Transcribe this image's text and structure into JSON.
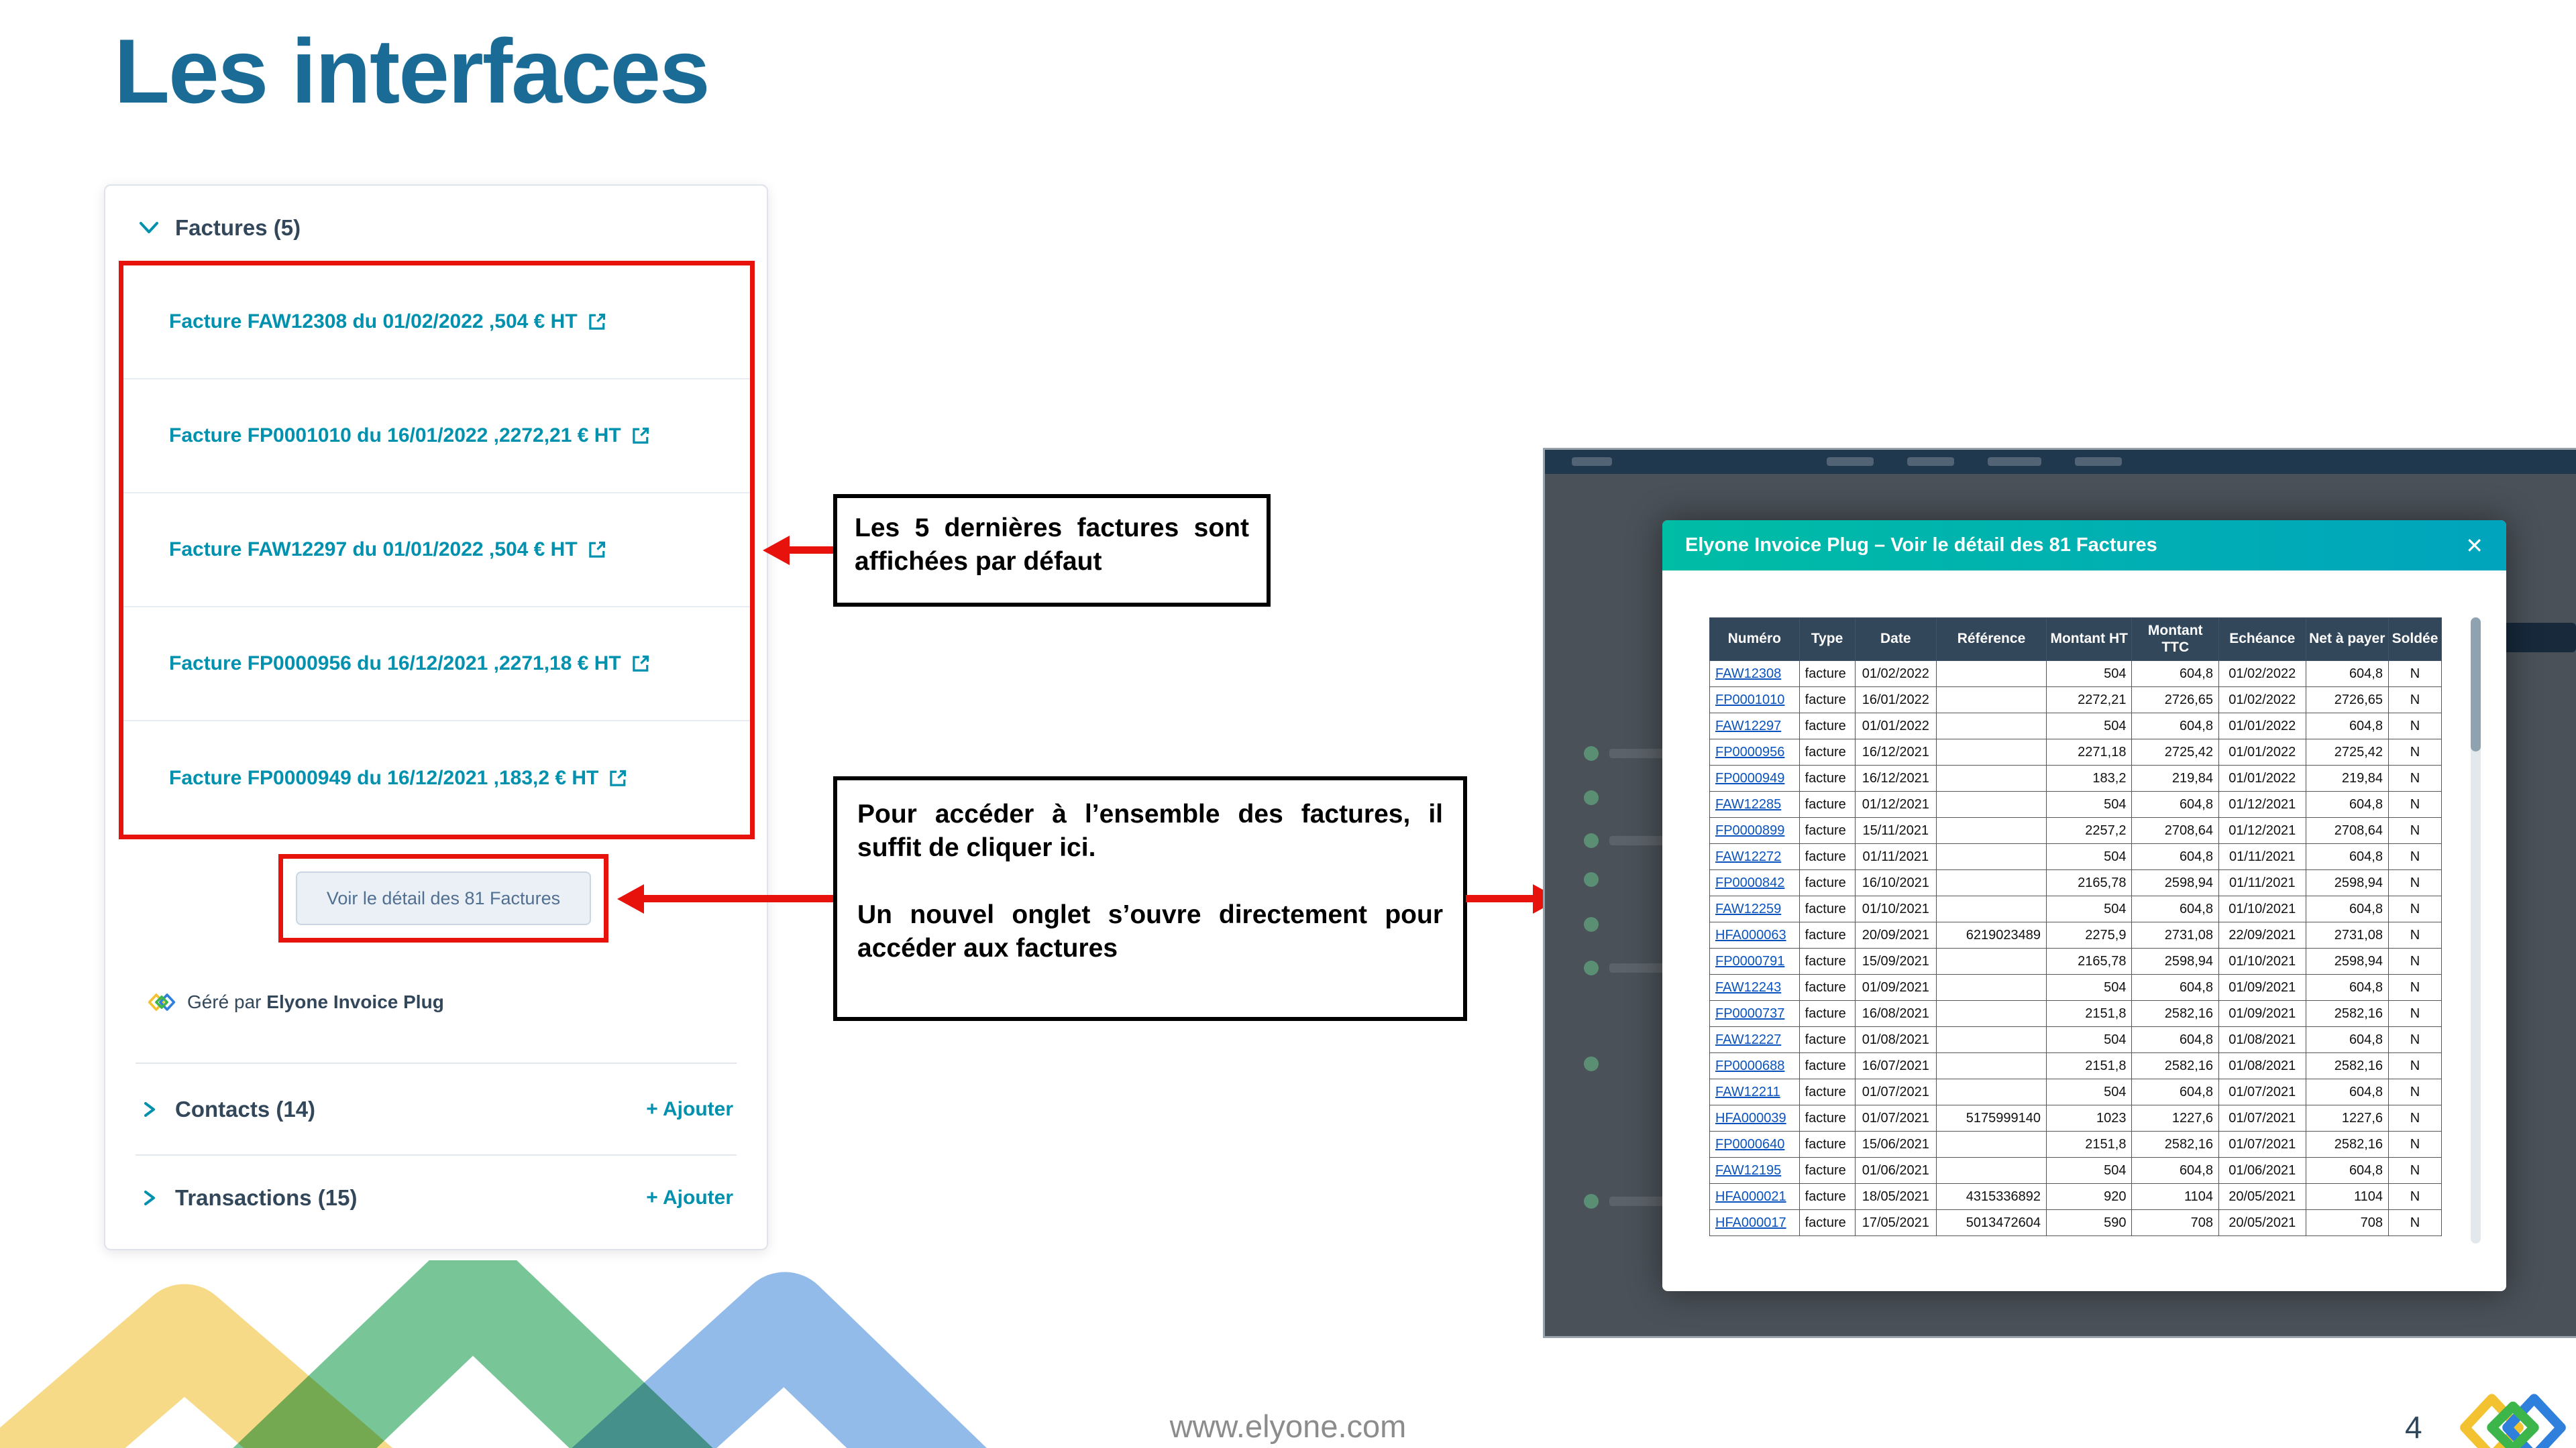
{
  "slide": {
    "title": "Les interfaces",
    "footer_url": "www.elyone.com",
    "page_number": "4"
  },
  "colors": {
    "title_blue": "#1a6b96",
    "annotation_red": "#e8120c",
    "crm_link_teal": "#0091ae",
    "crm_text_navy": "#33475b",
    "modal_header_gradient": [
      "#00bda5",
      "#00a4bd"
    ],
    "table_header_navy": "#33475b",
    "table_link_blue": "#0a53be"
  },
  "card": {
    "section_title": "Factures (5)",
    "invoices": [
      "Facture FAW12308 du 01/02/2022 ,504 € HT",
      "Facture FP0001010 du 16/01/2022 ,2272,21 € HT",
      "Facture FAW12297 du 01/01/2022 ,504 € HT",
      "Facture FP0000956 du 16/12/2021 ,2271,18 € HT",
      "Facture FP0000949 du 16/12/2021 ,183,2 € HT"
    ],
    "detail_button": "Voir le détail des 81 Factures",
    "managed_by_prefix": "Géré par ",
    "managed_by_bold": "Elyone Invoice Plug",
    "contacts_label": "Contacts (14)",
    "transactions_label": "Transactions (15)",
    "add_label": "+ Ajouter"
  },
  "callouts": {
    "box1": "Les 5 dernières factures sont affichées par défaut",
    "box2_p1": "Pour accéder à l’ensemble des factures, il suffit de cliquer ici.",
    "box2_p2": "Un nouvel onglet s’ouvre directement pour accéder aux factures"
  },
  "modal": {
    "title": "Elyone Invoice Plug – Voir le détail des 81 Factures",
    "close_icon": "✕",
    "table": {
      "headers": [
        "Numéro",
        "Type",
        "Date",
        "Référence",
        "Montant HT",
        "Montant TTC",
        "Echéance",
        "Net à payer",
        "Soldée"
      ],
      "rows": [
        {
          "numero": "FAW12308",
          "type": "facture",
          "date": "01/02/2022",
          "ref": "",
          "ht": "504",
          "ttc": "604,8",
          "ech": "01/02/2022",
          "net": "604,8",
          "soldee": "N"
        },
        {
          "numero": "FP0001010",
          "type": "facture",
          "date": "16/01/2022",
          "ref": "",
          "ht": "2272,21",
          "ttc": "2726,65",
          "ech": "01/02/2022",
          "net": "2726,65",
          "soldee": "N"
        },
        {
          "numero": "FAW12297",
          "type": "facture",
          "date": "01/01/2022",
          "ref": "",
          "ht": "504",
          "ttc": "604,8",
          "ech": "01/01/2022",
          "net": "604,8",
          "soldee": "N"
        },
        {
          "numero": "FP0000956",
          "type": "facture",
          "date": "16/12/2021",
          "ref": "",
          "ht": "2271,18",
          "ttc": "2725,42",
          "ech": "01/01/2022",
          "net": "2725,42",
          "soldee": "N"
        },
        {
          "numero": "FP0000949",
          "type": "facture",
          "date": "16/12/2021",
          "ref": "",
          "ht": "183,2",
          "ttc": "219,84",
          "ech": "01/01/2022",
          "net": "219,84",
          "soldee": "N"
        },
        {
          "numero": "FAW12285",
          "type": "facture",
          "date": "01/12/2021",
          "ref": "",
          "ht": "504",
          "ttc": "604,8",
          "ech": "01/12/2021",
          "net": "604,8",
          "soldee": "N"
        },
        {
          "numero": "FP0000899",
          "type": "facture",
          "date": "15/11/2021",
          "ref": "",
          "ht": "2257,2",
          "ttc": "2708,64",
          "ech": "01/12/2021",
          "net": "2708,64",
          "soldee": "N"
        },
        {
          "numero": "FAW12272",
          "type": "facture",
          "date": "01/11/2021",
          "ref": "",
          "ht": "504",
          "ttc": "604,8",
          "ech": "01/11/2021",
          "net": "604,8",
          "soldee": "N"
        },
        {
          "numero": "FP0000842",
          "type": "facture",
          "date": "16/10/2021",
          "ref": "",
          "ht": "2165,78",
          "ttc": "2598,94",
          "ech": "01/11/2021",
          "net": "2598,94",
          "soldee": "N"
        },
        {
          "numero": "FAW12259",
          "type": "facture",
          "date": "01/10/2021",
          "ref": "",
          "ht": "504",
          "ttc": "604,8",
          "ech": "01/10/2021",
          "net": "604,8",
          "soldee": "N"
        },
        {
          "numero": "HFA000063",
          "type": "facture",
          "date": "20/09/2021",
          "ref": "6219023489",
          "ht": "2275,9",
          "ttc": "2731,08",
          "ech": "22/09/2021",
          "net": "2731,08",
          "soldee": "N"
        },
        {
          "numero": "FP0000791",
          "type": "facture",
          "date": "15/09/2021",
          "ref": "",
          "ht": "2165,78",
          "ttc": "2598,94",
          "ech": "01/10/2021",
          "net": "2598,94",
          "soldee": "N"
        },
        {
          "numero": "FAW12243",
          "type": "facture",
          "date": "01/09/2021",
          "ref": "",
          "ht": "504",
          "ttc": "604,8",
          "ech": "01/09/2021",
          "net": "604,8",
          "soldee": "N"
        },
        {
          "numero": "FP0000737",
          "type": "facture",
          "date": "16/08/2021",
          "ref": "",
          "ht": "2151,8",
          "ttc": "2582,16",
          "ech": "01/09/2021",
          "net": "2582,16",
          "soldee": "N"
        },
        {
          "numero": "FAW12227",
          "type": "facture",
          "date": "01/08/2021",
          "ref": "",
          "ht": "504",
          "ttc": "604,8",
          "ech": "01/08/2021",
          "net": "604,8",
          "soldee": "N"
        },
        {
          "numero": "FP0000688",
          "type": "facture",
          "date": "16/07/2021",
          "ref": "",
          "ht": "2151,8",
          "ttc": "2582,16",
          "ech": "01/08/2021",
          "net": "2582,16",
          "soldee": "N"
        },
        {
          "numero": "FAW12211",
          "type": "facture",
          "date": "01/07/2021",
          "ref": "",
          "ht": "504",
          "ttc": "604,8",
          "ech": "01/07/2021",
          "net": "604,8",
          "soldee": "N"
        },
        {
          "numero": "HFA000039",
          "type": "facture",
          "date": "01/07/2021",
          "ref": "5175999140",
          "ht": "1023",
          "ttc": "1227,6",
          "ech": "01/07/2021",
          "net": "1227,6",
          "soldee": "N"
        },
        {
          "numero": "FP0000640",
          "type": "facture",
          "date": "15/06/2021",
          "ref": "",
          "ht": "2151,8",
          "ttc": "2582,16",
          "ech": "01/07/2021",
          "net": "2582,16",
          "soldee": "N"
        },
        {
          "numero": "FAW12195",
          "type": "facture",
          "date": "01/06/2021",
          "ref": "",
          "ht": "504",
          "ttc": "604,8",
          "ech": "01/06/2021",
          "net": "604,8",
          "soldee": "N"
        },
        {
          "numero": "HFA000021",
          "type": "facture",
          "date": "18/05/2021",
          "ref": "4315336892",
          "ht": "920",
          "ttc": "1104",
          "ech": "20/05/2021",
          "net": "1104",
          "soldee": "N"
        },
        {
          "numero": "HFA000017",
          "type": "facture",
          "date": "17/05/2021",
          "ref": "5013472604",
          "ht": "590",
          "ttc": "708",
          "ech": "20/05/2021",
          "net": "708",
          "soldee": "N"
        }
      ]
    }
  }
}
